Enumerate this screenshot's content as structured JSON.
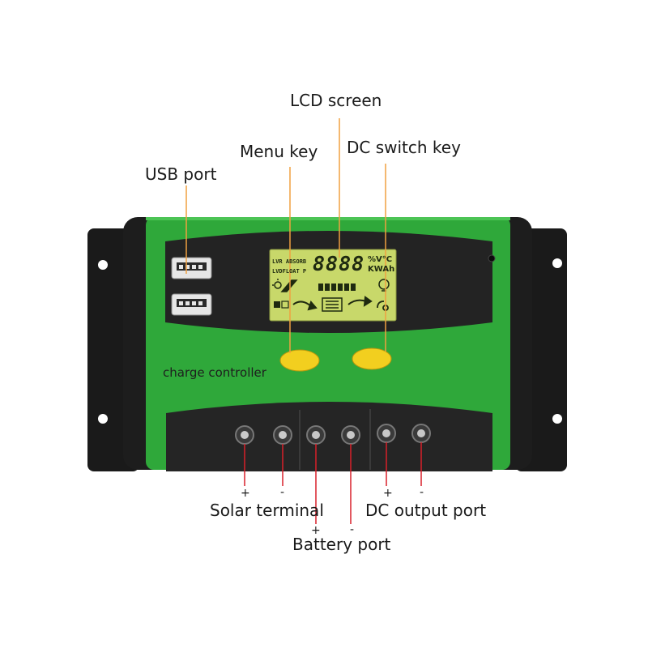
{
  "callouts": {
    "lcd_screen": "LCD screen",
    "menu_key": "Menu key",
    "dc_switch_key": "DC switch key",
    "usb_port": "USB port",
    "solar_terminal": "Solar terminal",
    "battery_port": "Battery port",
    "dc_output_port": "DC output port"
  },
  "polarity": {
    "solar_plus": "+",
    "solar_minus": "-",
    "battery_plus": "+",
    "battery_minus": "-",
    "output_plus": "+",
    "output_minus": "-"
  },
  "device": {
    "brand_label": "charge controller",
    "lcd": {
      "status_line1": "LVR ABSORB",
      "status_line2": "LVDFLOAT P",
      "digits": "8888",
      "units_line1": "%V°C",
      "units_line2": "KWAh"
    }
  },
  "colors": {
    "body_green": "#2fa83a",
    "body_black": "#1d1d1d",
    "lcd_green": "#c8d86a",
    "key_yellow": "#f2cf1f",
    "callout_orange": "#f0a040",
    "callout_red": "#d8202a"
  }
}
